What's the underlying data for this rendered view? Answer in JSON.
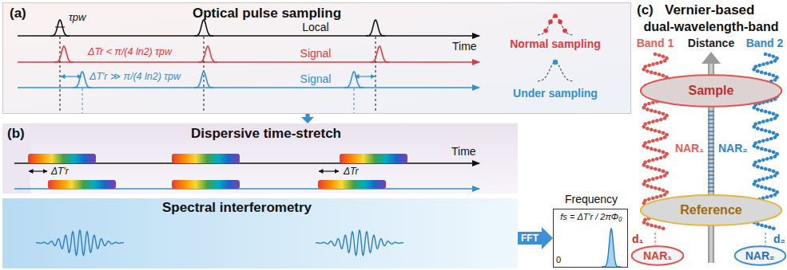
{
  "diagram": {
    "nodes": [
      {
        "text": [
          "(a)",
          "Optical pulse sampling"
        ]
      },
      {
        "text": [
          "(b)"
        ]
      },
      {
        "text": [
          "Dispersive time-stretch"
        ],
        "in": 1
      },
      {
        "text": [
          "Spectral interferometry"
        ],
        "in": 1
      },
      {
        "text": [
          "Frequency",
          "fs = ΔT′r / 2πΦ₀",
          "0"
        ]
      },
      {
        "text": [
          "Sample"
        ]
      },
      {
        "text": [
          "Reference"
        ]
      },
      {
        "text": [
          "NAR₁"
        ]
      },
      {
        "text": [
          "NAR₂"
        ]
      }
    ],
    "edges": [
      {
        "from": 0,
        "to": 1,
        "arrow": "to"
      },
      {
        "from": 3,
        "to": 4,
        "label": "FFT",
        "arrow": "to"
      }
    ],
    "labels": [
      "τpw",
      "Local",
      "ΔTr < π/(4 ln2) τpw",
      "Signal",
      "ΔT′r ≫ π/(4 ln2) τpw",
      "Signal",
      "Time",
      "Normal sampling",
      "Under sampling",
      "Time",
      "ΔT′r",
      "ΔTr",
      "(c)",
      "Vernier-based",
      "dual-wavelength-band",
      "Band 1",
      "Distance",
      "Band 2",
      "NAR₁",
      "NAR₂",
      "d₁",
      "d₂"
    ]
  }
}
